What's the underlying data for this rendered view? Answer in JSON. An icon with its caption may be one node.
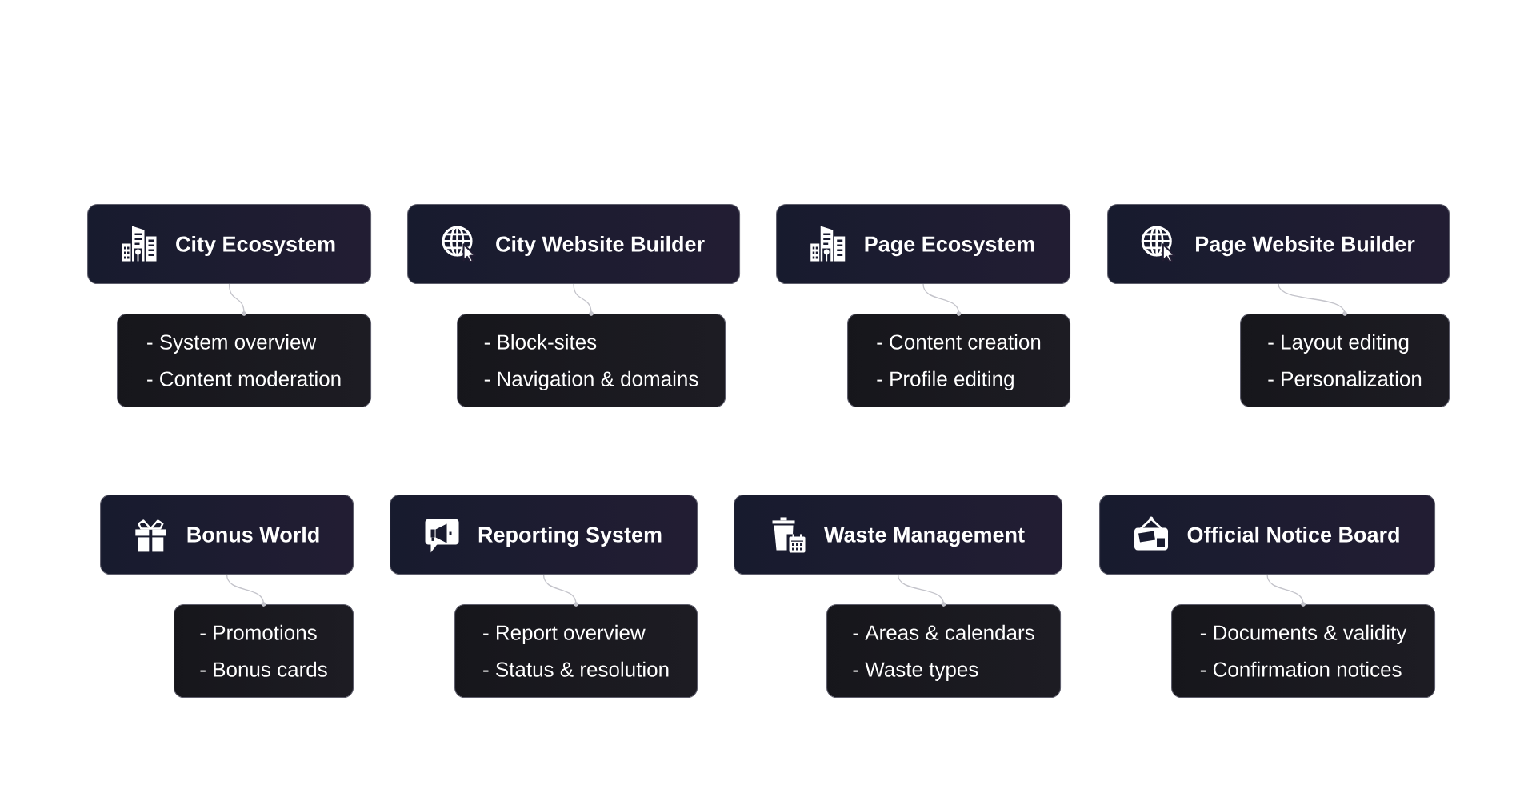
{
  "diagram": {
    "nodes": [
      {
        "text": [
          "City Ecosystem"
        ]
      },
      {
        "text": [
          "City Website Builder"
        ]
      },
      {
        "text": [
          "Page Ecosystem"
        ]
      },
      {
        "text": [
          "Page Website Builder"
        ]
      },
      {
        "text": [
          "- System overview",
          "- Content moderation"
        ]
      },
      {
        "text": [
          "- Block-sites",
          "- Navigation & domains"
        ]
      },
      {
        "text": [
          "- Content creation",
          "- Profile editing"
        ]
      },
      {
        "text": [
          "- Layout editing",
          "- Personalization"
        ]
      },
      {
        "text": [
          "Bonus World"
        ]
      },
      {
        "text": [
          "Reporting System"
        ]
      },
      {
        "text": [
          "Waste Management"
        ]
      },
      {
        "text": [
          "Official Notice Board"
        ]
      },
      {
        "text": [
          "- Promotions",
          "- Bonus cards"
        ]
      },
      {
        "text": [
          "- Report overview",
          "- Status & resolution"
        ]
      },
      {
        "text": [
          "- Areas & calendars",
          "- Waste types"
        ]
      },
      {
        "text": [
          "- Documents & validity",
          "- Confirmation notices"
        ]
      }
    ],
    "edges": [
      {
        "from": 0,
        "to": 4,
        "arrow": "other"
      },
      {
        "from": 1,
        "to": 5,
        "arrow": "other"
      },
      {
        "from": 2,
        "to": 6,
        "arrow": "other"
      },
      {
        "from": 3,
        "to": 7,
        "arrow": "other"
      },
      {
        "from": 8,
        "to": 12,
        "arrow": "other"
      },
      {
        "from": 9,
        "to": 13,
        "arrow": "other"
      },
      {
        "from": 10,
        "to": 14,
        "arrow": "other"
      },
      {
        "from": 11,
        "to": 15,
        "arrow": "other"
      }
    ]
  }
}
